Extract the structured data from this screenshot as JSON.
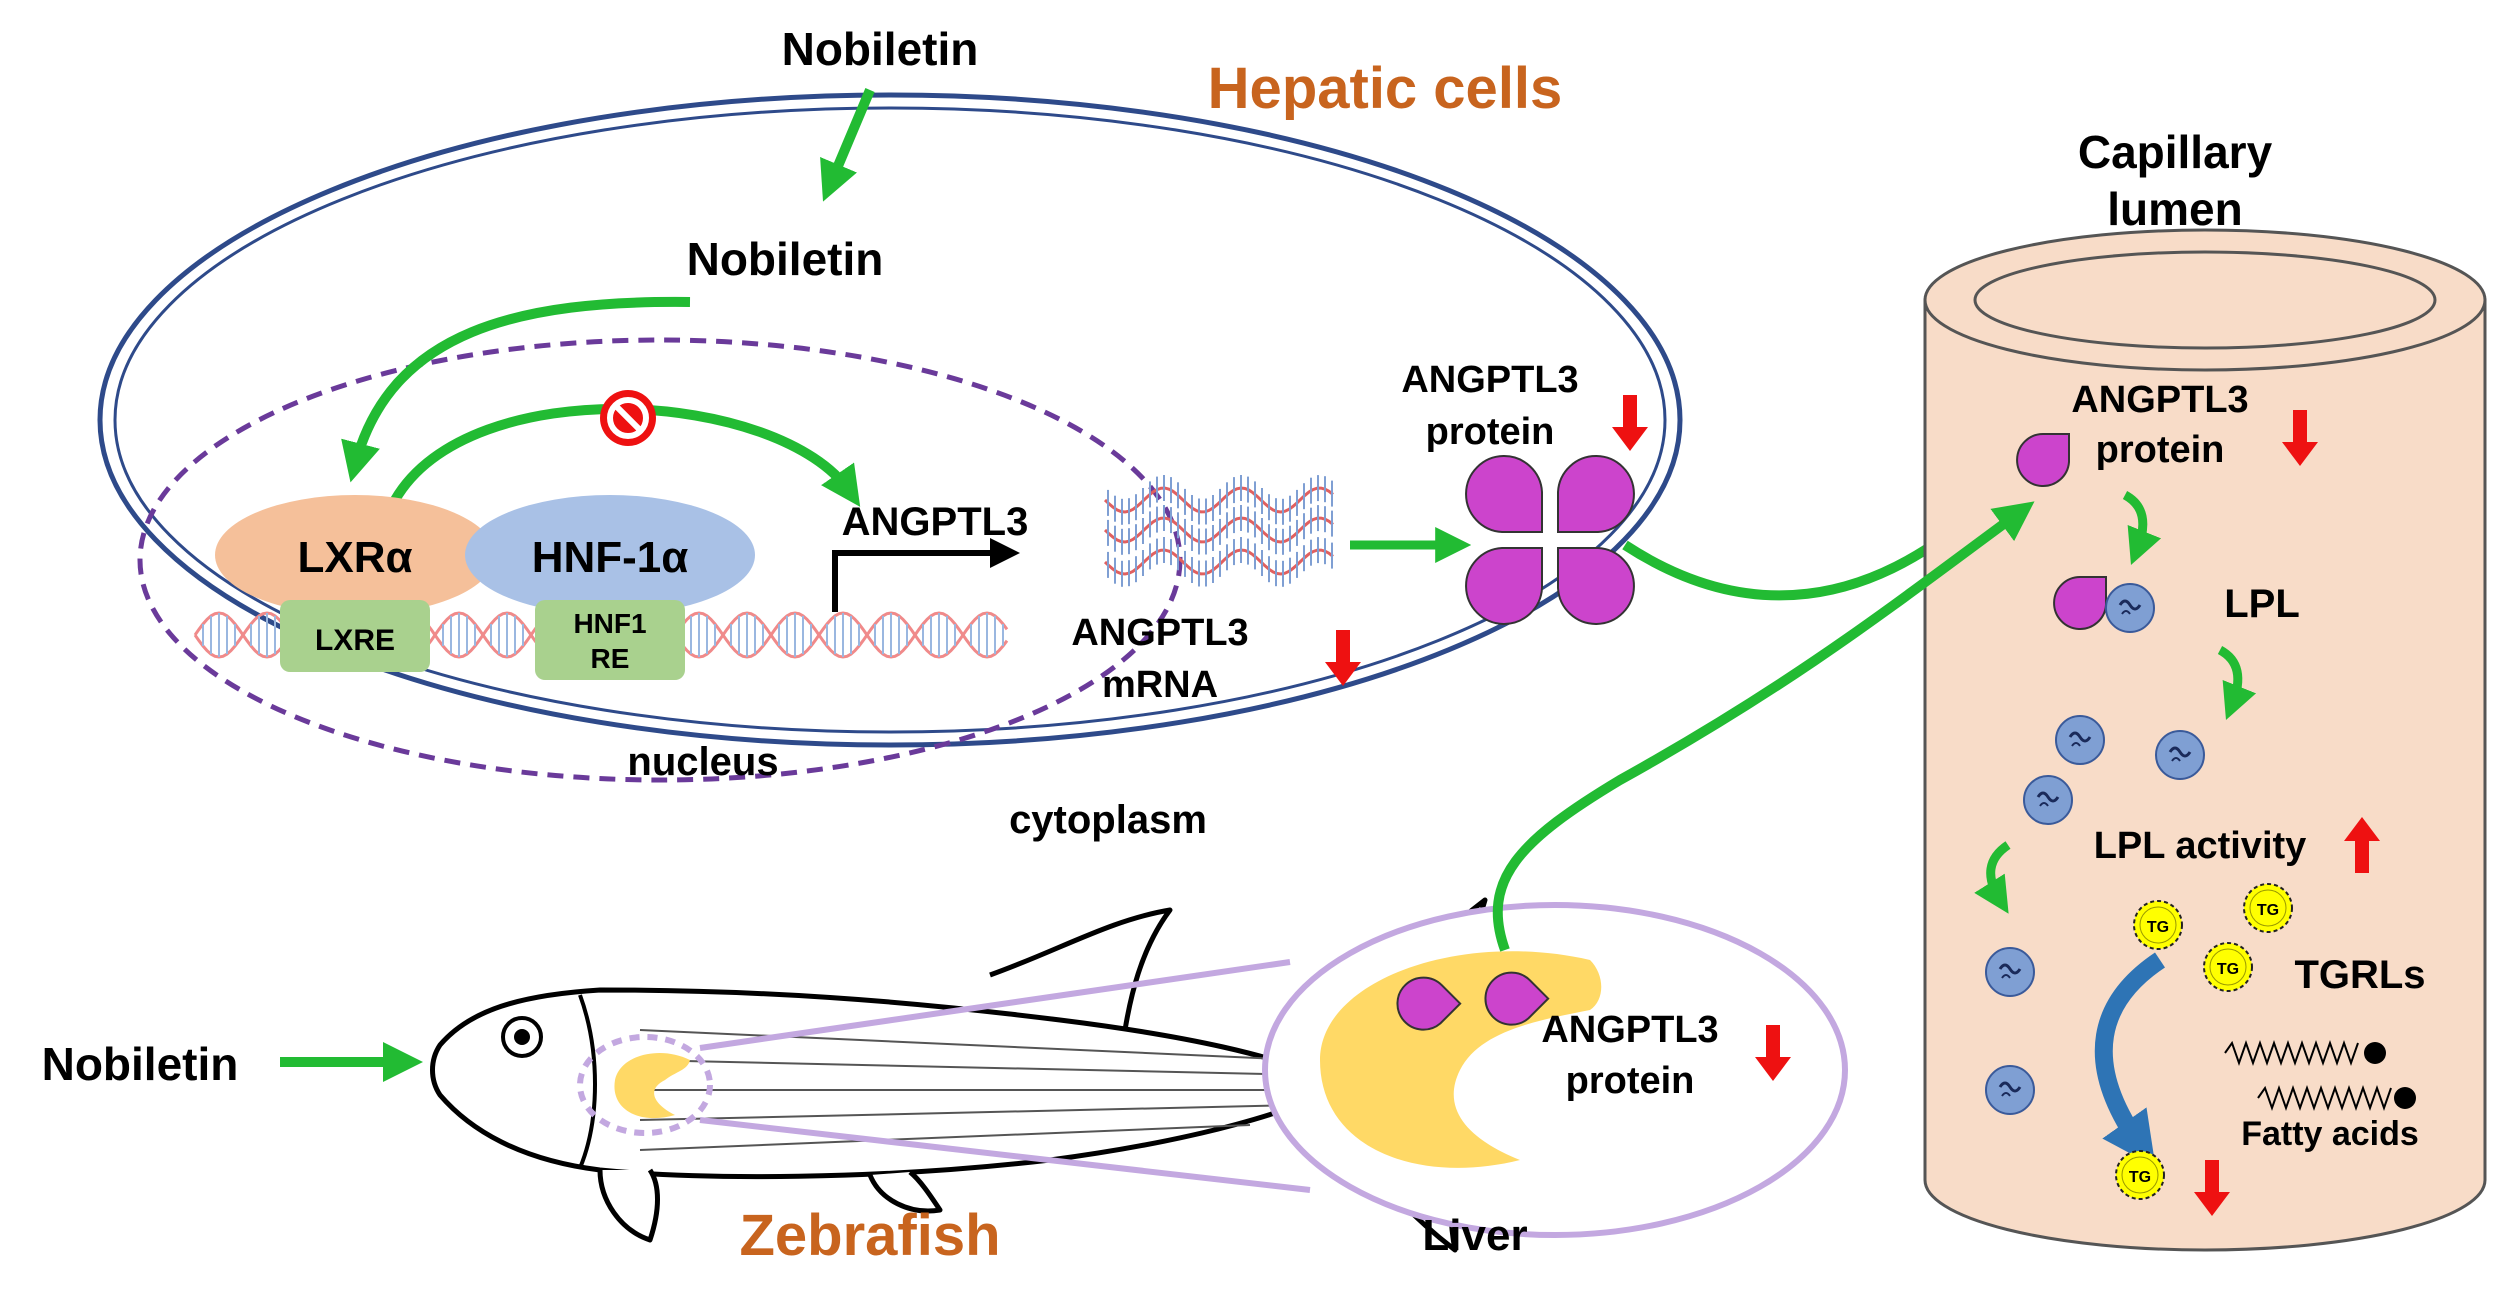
{
  "labels": {
    "nobiletin_top": "Nobiletin",
    "nobiletin_cell": "Nobiletin",
    "nobiletin_fish": "Nobiletin",
    "hepatic_cells": "Hepatic cells",
    "capillary_line1": "Capillary",
    "capillary_line2": "lumen",
    "lxr_alpha": "LXRα",
    "hnf1_alpha": "HNF-1α",
    "lxre": "LXRE",
    "hnf1re_line1": "HNF1",
    "hnf1re_line2": "RE",
    "angptl3_gene": "ANGPTL3",
    "nucleus": "nucleus",
    "cytoplasm": "cytoplasm",
    "mrna_line1": "ANGPTL3",
    "mrna_line2": "mRNA",
    "cell_protein_line1": "ANGPTL3",
    "cell_protein_line2": "protein",
    "cap_protein_line1": "ANGPTL3",
    "cap_protein_line2": "protein",
    "lpl": "LPL",
    "lpl_activity": "LPL activity",
    "tgrls": "TGRLs",
    "fatty_acids": "Fatty acids",
    "tg": "TG",
    "liver_protein_line1": "ANGPTL3",
    "liver_protein_line2": "protein",
    "zebrafish": "Zebrafish",
    "liver": "Liver"
  },
  "colors": {
    "green_arrow": "#22bb33",
    "red_arrow": "#ee1111",
    "orange_title": "#c8641e",
    "cell_border": "#2e4a8a",
    "nucleus_border": "#6a3a9a",
    "protein_magenta": "#cc44cc",
    "lpl_blue": "#7f9fd3",
    "vessel_fill": "#f8dcc8",
    "liver_yellow": "#ffd966",
    "tg_yellow": "#ffff00",
    "lxr_fill": "#f5c09a",
    "hnf_fill": "#a9c1e6",
    "re_fill": "#a9d18e"
  }
}
